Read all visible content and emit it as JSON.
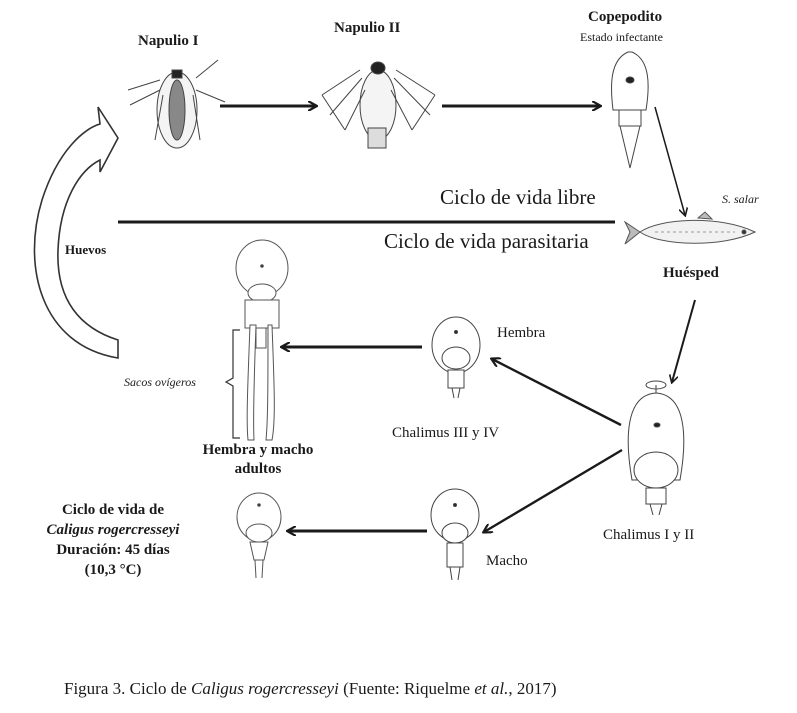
{
  "diagram": {
    "stages": {
      "napulio1": "Napulio I",
      "napulio2": "Napulio II",
      "copepodito": "Copepodito",
      "copepodito_sub": "Estado infectante",
      "host_species": "S. salar",
      "host": "Huésped",
      "chalimus12": "Chalimus I y II",
      "hembra": "Hembra",
      "chalimus34": "Chalimus III y IV",
      "macho": "Macho",
      "adultos_line1": "Hembra y macho",
      "adultos_line2": "adultos",
      "sacos": "Sacos ovígeros",
      "huevos": "Huevos"
    },
    "cycle_labels": {
      "free": "Ciclo de vida libre",
      "parasitic": "Ciclo de vida parasitaria"
    },
    "summary": {
      "line1": "Ciclo de vida de",
      "line2": "Caligus rogercresseyi",
      "line3": "Duración: 45 días",
      "line4": "(10,3 °C)"
    }
  },
  "caption": {
    "prefix": "Figura 3. Ciclo de ",
    "species": "Caligus rogercresseyi",
    "middle": " (Fuente: Riquelme ",
    "etal": "et al.",
    "suffix": ", 2017)"
  }
}
